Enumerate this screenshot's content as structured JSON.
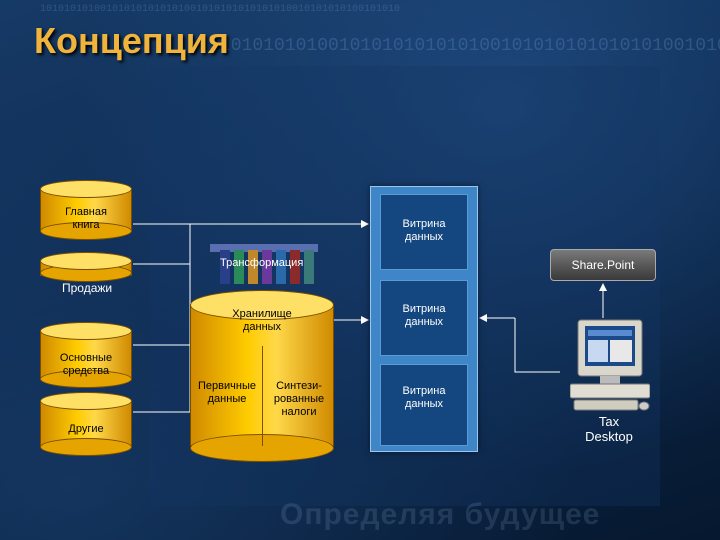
{
  "title": "Концепция",
  "background": {
    "binary_text": "101010101001010101010101001010101010101010010101010100101010",
    "watermark": "Определяя будущее"
  },
  "sources": [
    {
      "label": "Главная\nкнига"
    },
    {
      "label": "Продажи"
    },
    {
      "label": "Основные\nсредства"
    },
    {
      "label": "Другие"
    }
  ],
  "transformation": {
    "label": "Трансформация"
  },
  "warehouse": {
    "label": "Хранилище\nданных",
    "left_label": "Первичные\nданные",
    "right_label": "Синтези-\nрованные\nналоги"
  },
  "data_marts": [
    {
      "label": "Витрина\nданных"
    },
    {
      "label": "Витрина\nданных"
    },
    {
      "label": "Витрина\nданных"
    }
  ],
  "sharepoint": {
    "label": "Share.Point"
  },
  "tax_desktop": {
    "label": "Tax\nDesktop"
  },
  "colors": {
    "title": "#f0b43c",
    "cylinder": "#ffcc00",
    "mart": "#3f86c8",
    "lines": "#ffffff"
  }
}
